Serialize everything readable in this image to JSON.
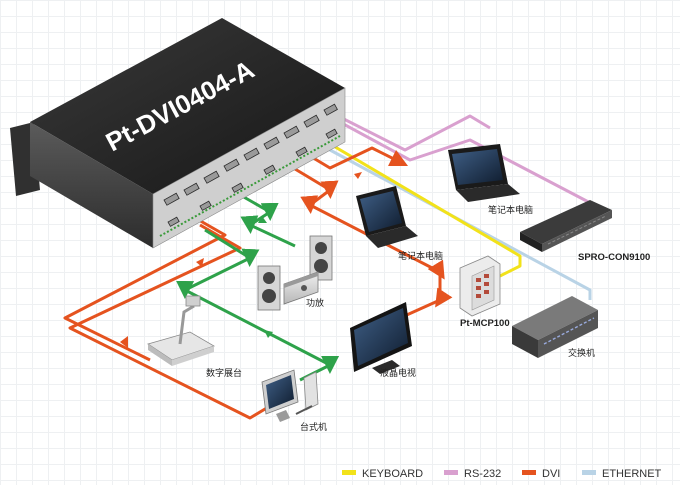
{
  "device_title": "Pt-DVI0404-A",
  "labels": {
    "laptop_right": "笔记本电脑",
    "laptop_center": "笔记本电脑",
    "controller": "SPRO-CON9100",
    "amplifier": "功放",
    "panel": "Pt-MCP100",
    "switch": "交换机",
    "visualizer": "数字展台",
    "tv": "液晶电视",
    "desktop": "台式机"
  },
  "legend": [
    {
      "label": "KEYBOARD",
      "color": "#f2e21a"
    },
    {
      "label": "RS-232",
      "color": "#d9a0cf"
    },
    {
      "label": "DVI",
      "color": "#e5531f"
    },
    {
      "label": "ETHERNET",
      "color": "#b9d3e6"
    }
  ],
  "colors": {
    "keyboard": "#f2e21a",
    "rs232": "#d9a0cf",
    "dvi": "#e5531f",
    "green": "#2ea24a",
    "ethernet": "#b9d3e6",
    "device_body": "#2b2b2b"
  }
}
